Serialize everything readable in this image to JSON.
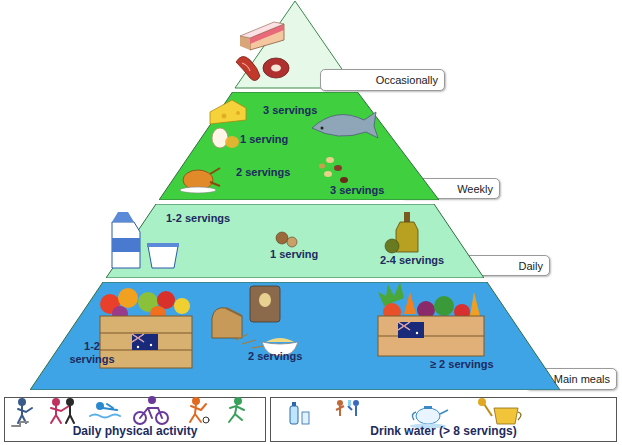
{
  "diagram": {
    "nodes": [
      {
        "text": [
          "Occasionally"
        ]
      },
      {
        "text": [
          "3 servings",
          "1 serving",
          "2 servings",
          "3 servings"
        ]
      },
      {
        "text": [
          "Weekly"
        ]
      },
      {
        "text": [
          "1-2 servings",
          "1 serving",
          "2-4 servings"
        ]
      },
      {
        "text": [
          "Daily"
        ]
      },
      {
        "text": [
          "1-2 servings",
          "2 servings",
          "≥ 2 servings"
        ]
      },
      {
        "text": [
          "Main meals"
        ]
      },
      {
        "text": [
          "Daily physical activity"
        ]
      },
      {
        "text": [
          "Drink water (> 8 servings)"
        ]
      }
    ]
  }
}
